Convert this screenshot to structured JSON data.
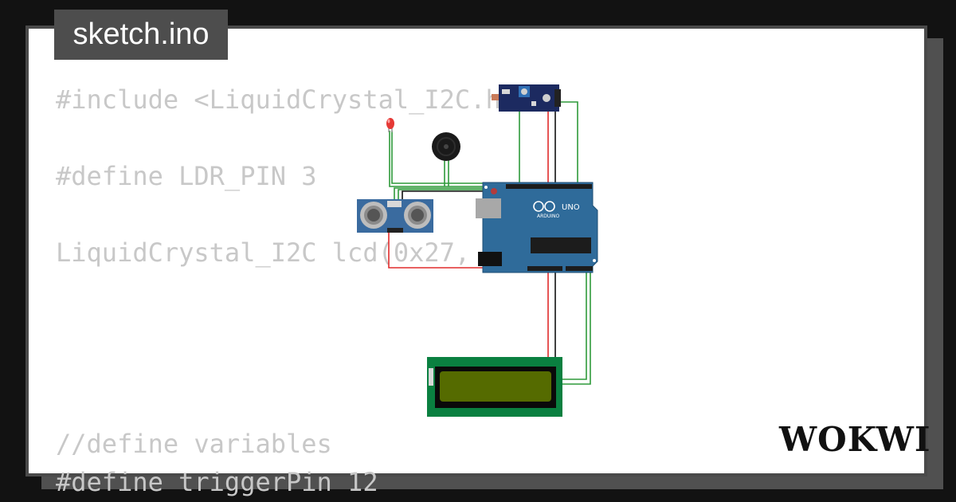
{
  "tab": {
    "filename": "sketch.ino"
  },
  "code_lines": [
    "#include <LiquidCrystal_I2C.h>",
    "#define LDR_PIN 3",
    "LiquidCrystal_I2C lcd(0x27,",
    "//define variables",
    "#define triggerPin 12"
  ],
  "board": {
    "brand": "ARDUINO",
    "model": "UNO"
  },
  "logo": {
    "text": "WOKWI"
  },
  "colors": {
    "background": "#121212",
    "card": "#ffffff",
    "tab": "#4d4d4d",
    "code_text": "#c8c8c8",
    "arduino_blue": "#2f6b9a",
    "wire_green": "#2e9a3a",
    "wire_red": "#e02b2b",
    "wire_black": "#111111",
    "lcd_pcb": "#0a8040",
    "lcd_screen": "#556b00"
  },
  "icons": [
    "led-icon",
    "buzzer-icon",
    "ultrasonic-sensor-icon",
    "ldr-module-icon",
    "arduino-uno-icon",
    "lcd-icon"
  ]
}
